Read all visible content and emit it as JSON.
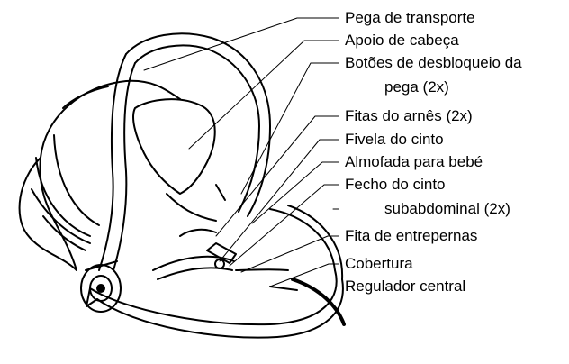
{
  "labels": [
    {
      "text": "Pega de transporte"
    },
    {
      "text": "Apoio de cabeça"
    },
    {
      "text": "Botões de desbloqueio da"
    },
    {
      "text": "pega (2x)"
    },
    {
      "text": "Fitas do arnês (2x)"
    },
    {
      "text": "Fivela do cinto"
    },
    {
      "text": "Almofada para bebé"
    },
    {
      "text": "Fecho do cinto"
    },
    {
      "text": "subabdominal (2x)"
    },
    {
      "text": "Fita de entrepernas"
    },
    {
      "text": "Cobertura"
    },
    {
      "text": "Regulador central"
    }
  ]
}
